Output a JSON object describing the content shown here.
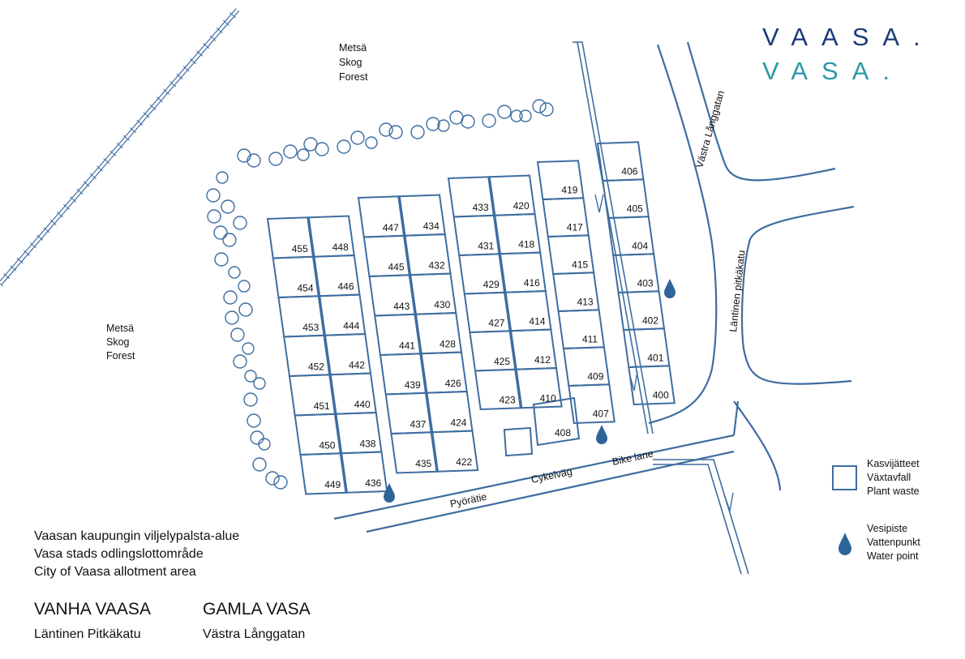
{
  "logo": {
    "line1": "VAASA.",
    "line2": "VASA.",
    "color1": "#1c3a78",
    "color2": "#2a99a8"
  },
  "forest_north": [
    "Metsä",
    "Skog",
    "Forest"
  ],
  "forest_west": [
    "Metsä",
    "Skog",
    "Forest"
  ],
  "roads": {
    "vastra_langgatan": "Västra Långgatan",
    "lantinen_pitkakatu": "Läntinen pitkäkatu",
    "bike_lane_fi": "Pyörätie",
    "bike_lane_sv": "Cykelväg",
    "bike_lane_en": "Bike lane"
  },
  "plots": {
    "col1_left": [
      "455",
      "454",
      "453",
      "452",
      "451",
      "450",
      "449"
    ],
    "col1_right": [
      "448",
      "446",
      "444",
      "442",
      "440",
      "438",
      "436"
    ],
    "col2_left": [
      "447",
      "445",
      "443",
      "441",
      "439",
      "437",
      "435"
    ],
    "col2_right": [
      "434",
      "432",
      "430",
      "428",
      "426",
      "424",
      "422"
    ],
    "col3_left": [
      "433",
      "431",
      "429",
      "427",
      "425",
      "423"
    ],
    "col3_right": [
      "420",
      "418",
      "416",
      "414",
      "412",
      "410"
    ],
    "col4": [
      "419",
      "417",
      "415",
      "413",
      "411",
      "409",
      "407"
    ],
    "col4_extra": "408",
    "col5": [
      "406",
      "405",
      "404",
      "403",
      "402",
      "401",
      "400"
    ]
  },
  "legend": {
    "plant_waste": [
      "Kasvijätteet",
      "Växtavfall",
      "Plant waste"
    ],
    "water_point": [
      "Vesipiste",
      "Vattenpunkt",
      "Water point"
    ]
  },
  "area_title": {
    "fi": "Vaasan kaupungin viljelypalsta-alue",
    "sv": "Vasa stads odlingslottområde",
    "en": "City of Vaasa allotment area"
  },
  "district_fi": "VANHA VAASA",
  "district_sv": "GAMLA VASA",
  "street_fi": "Läntinen Pitkäkatu",
  "street_sv": "Västra Långgatan",
  "colors": {
    "map_line": "#3e6da0",
    "water": "#2f6499"
  }
}
